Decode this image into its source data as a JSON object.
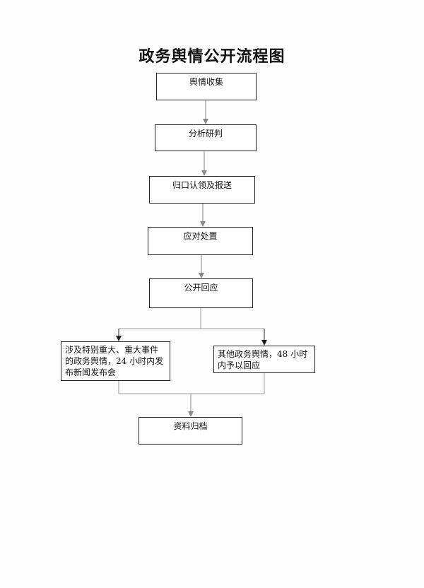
{
  "title": "政务舆情公开流程图",
  "steps": {
    "collect": "舆情收集",
    "analyze": "分析研判",
    "assign": "归口认领及报送",
    "handle": "应对处置",
    "respond": "公开回应",
    "major": "涉及特别重大、重大事件的政务舆情，24 小时内发布新闻发布会",
    "other": "其他政务舆情，48 小时内予以回应",
    "archive": "资料归档"
  }
}
